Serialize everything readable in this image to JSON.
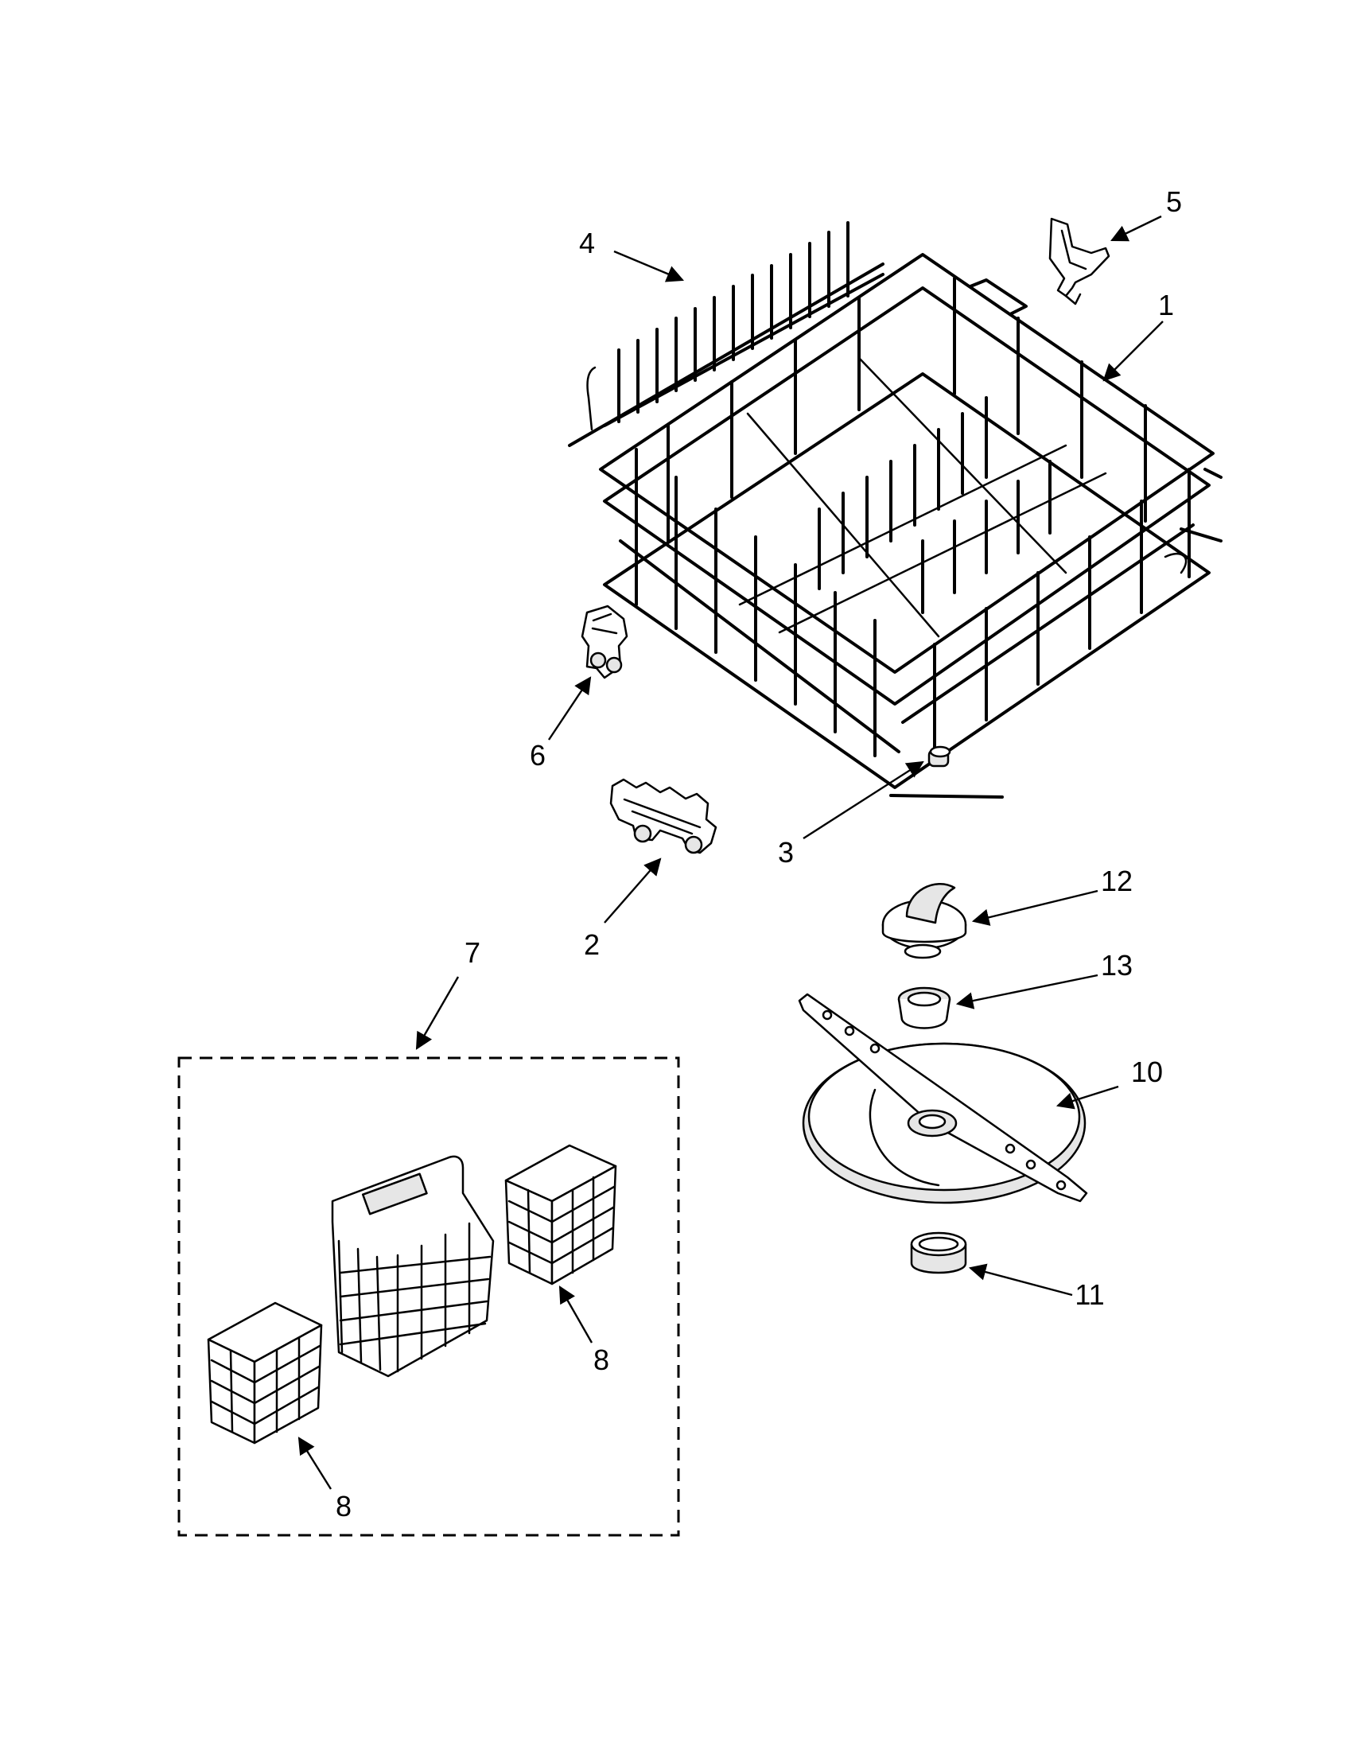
{
  "callouts": {
    "c1": "1",
    "c2": "2",
    "c3": "3",
    "c4": "4",
    "c5": "5",
    "c6": "6",
    "c7": "7",
    "c8a": "8",
    "c8b": "8",
    "c10": "10",
    "c11": "11",
    "c12": "12",
    "c13": "13"
  },
  "colors": {
    "ink": "#000000",
    "paper": "#ffffff",
    "shade": "#e6e6e6"
  }
}
